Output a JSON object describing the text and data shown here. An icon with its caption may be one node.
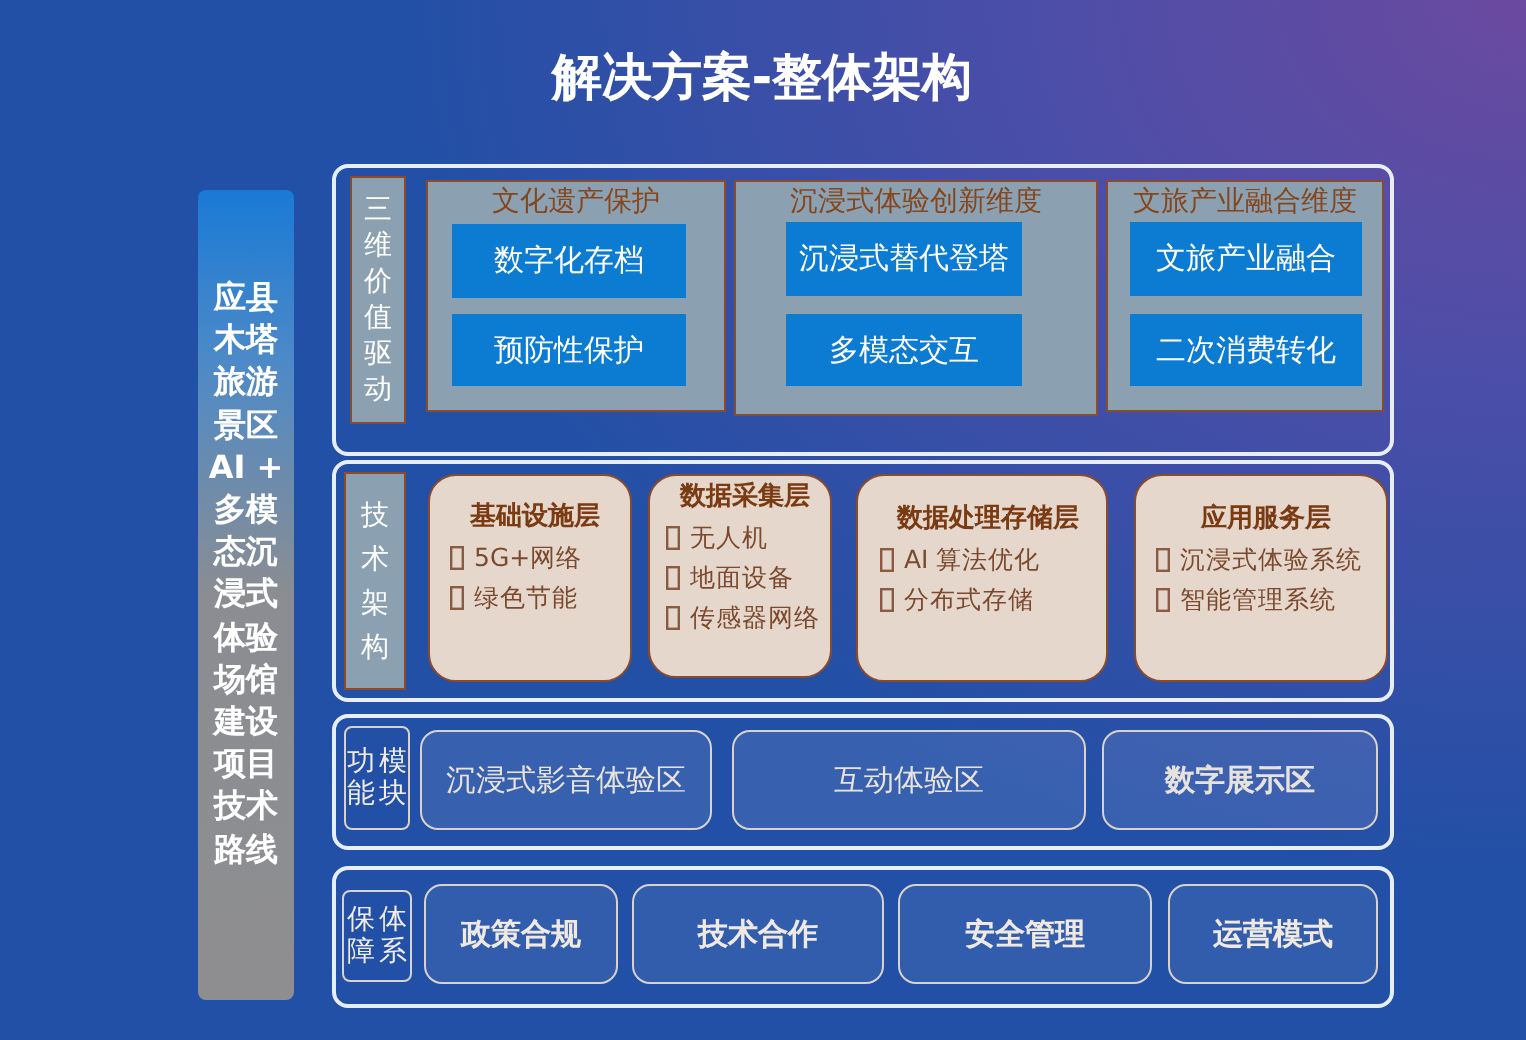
{
  "diagram": {
    "title": "解决方案-整体架构",
    "nodes": [
      {
        "text": [
          "应县木塔旅游景区AI +多模态沉浸式体验场馆建设项目技术路线"
        ]
      },
      {
        "text": [],
        "shape": "box"
      },
      {
        "text": [
          "三维价值驱动"
        ],
        "in": 1
      },
      {
        "text": [
          "文化遗产保护"
        ],
        "in": 1
      },
      {
        "text": [
          "数字化存档"
        ],
        "in": 3
      },
      {
        "text": [
          "预防性保护"
        ],
        "in": 3
      },
      {
        "text": [
          "沉浸式体验创新维度"
        ],
        "in": 1
      },
      {
        "text": [
          "沉浸式替代登塔"
        ],
        "in": 6
      },
      {
        "text": [
          "多模态交互"
        ],
        "in": 6
      },
      {
        "text": [
          "文旅产业融合维度"
        ],
        "in": 1
      },
      {
        "text": [
          "文旅产业融合"
        ],
        "in": 9
      },
      {
        "text": [
          "二次消费转化"
        ],
        "in": 9
      },
      {
        "text": [],
        "shape": "box"
      },
      {
        "text": [
          "技术架构"
        ],
        "in": 12
      },
      {
        "text": [
          "基础设施层",
          "5G+网络",
          "绿色节能"
        ],
        "in": 12
      },
      {
        "text": [
          "数据采集层",
          "无人机",
          "地面设备",
          "传感器网络"
        ],
        "in": 12
      },
      {
        "text": [
          "数据处理存储层",
          "AI 算法优化",
          "分布式存储"
        ],
        "in": 12
      },
      {
        "text": [
          "应用服务层",
          "沉浸式体验系统",
          "智能管理系统"
        ],
        "in": 12
      },
      {
        "text": [],
        "shape": "box"
      },
      {
        "text": [
          "功能模块"
        ],
        "in": 18
      },
      {
        "text": [
          "沉浸式影音体验区"
        ],
        "in": 18
      },
      {
        "text": [
          "互动体验区"
        ],
        "in": 18
      },
      {
        "text": [
          "数字展示区"
        ],
        "in": 18
      },
      {
        "text": [],
        "shape": "box"
      },
      {
        "text": [
          "保障体系"
        ],
        "in": 23
      },
      {
        "text": [
          "政策合规"
        ],
        "in": 23
      },
      {
        "text": [
          "技术合作"
        ],
        "in": 23
      },
      {
        "text": [
          "安全管理"
        ],
        "in": 23
      },
      {
        "text": [
          "运营模式"
        ],
        "in": 23
      }
    ]
  }
}
